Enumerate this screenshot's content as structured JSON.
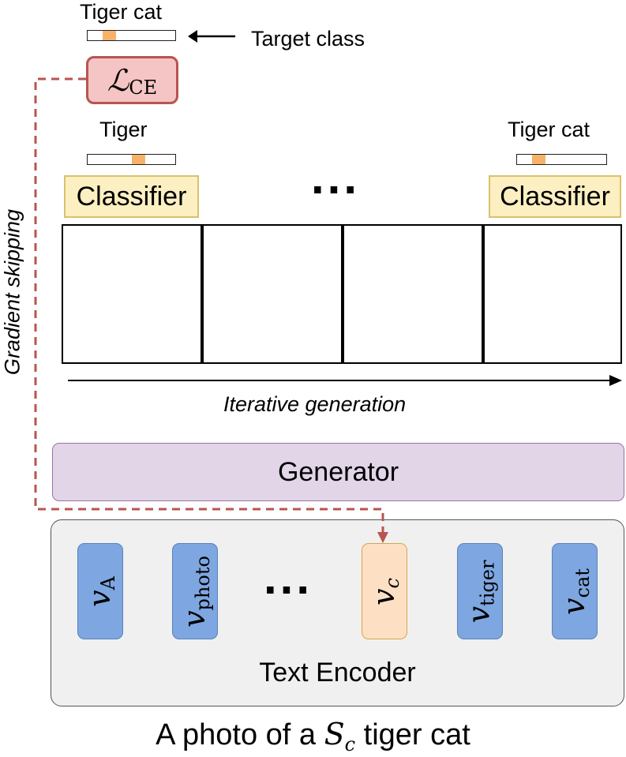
{
  "top": {
    "target_label": "Tiger cat",
    "target_fill_fraction": 0.2,
    "target_class_label": "Target class",
    "loss_symbol": "ℒ",
    "loss_subscript": "CE"
  },
  "classifiers": [
    {
      "prediction": "Tiger",
      "fill_fraction": 0.6,
      "label": "Classifier"
    },
    {
      "prediction": "Tiger cat",
      "fill_fraction": 0.2,
      "label": "Classifier"
    }
  ],
  "ellipsis": "...",
  "iteration_label": "Iterative generation",
  "gradient_label": "Gradient skipping",
  "generator_label": "Generator",
  "text_encoder": {
    "label": "Text Encoder",
    "tokens": [
      {
        "symbol": "v",
        "subscript": "A"
      },
      {
        "symbol": "v",
        "subscript": "photo"
      },
      {
        "symbol": "v",
        "subscript": "c"
      },
      {
        "symbol": "v",
        "subscript": "tiger"
      },
      {
        "symbol": "v",
        "subscript": "cat"
      }
    ]
  },
  "caption": {
    "prefix": "A photo of a ",
    "symbol": "S",
    "subscript": "c",
    "suffix": " tiger cat"
  },
  "colors": {
    "loss_fill": "#f5c4c4",
    "loss_border": "#b85450",
    "classifier_fill": "#fcefc1",
    "generator_fill": "#e1d5e7",
    "token_fill": "#7ea6e0",
    "token_highlight": "#fde0c4",
    "bar_fill": "#f7b26a",
    "dashed": "#b85450"
  }
}
